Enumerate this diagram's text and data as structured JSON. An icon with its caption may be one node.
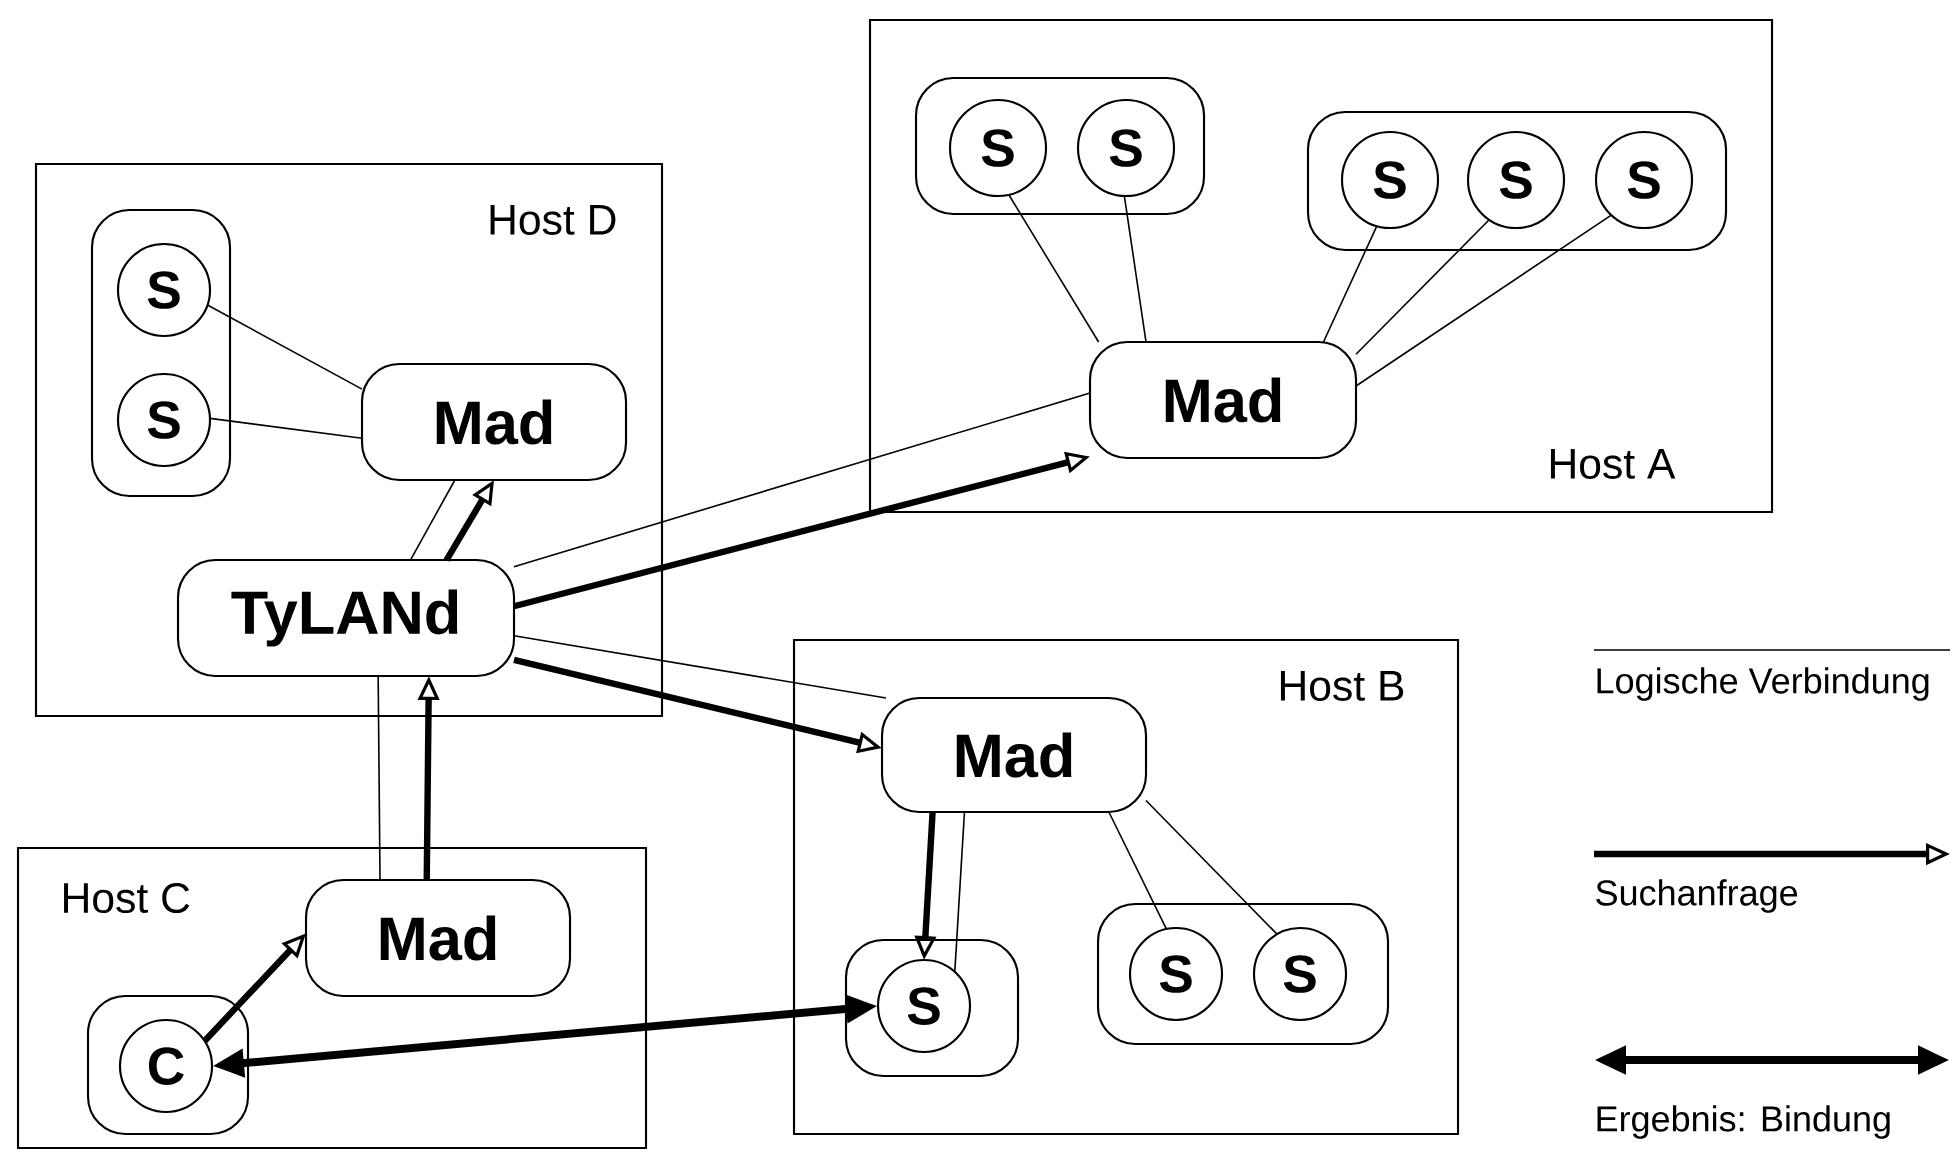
{
  "diagram": {
    "nodes": [
      {
        "text": [
          "Host A"
        ]
      },
      {
        "text": [],
        "shape": "box",
        "in": 0
      },
      {
        "text": [
          "S"
        ],
        "in": 1
      },
      {
        "text": [
          "S"
        ],
        "in": 1
      },
      {
        "text": [],
        "shape": "box",
        "in": 0
      },
      {
        "text": [
          "S"
        ],
        "in": 4
      },
      {
        "text": [
          "S"
        ],
        "in": 4
      },
      {
        "text": [
          "S"
        ],
        "in": 4
      },
      {
        "text": [
          "Mad"
        ],
        "in": 0
      },
      {
        "text": [
          "Host D"
        ]
      },
      {
        "text": [],
        "shape": "box",
        "in": 9
      },
      {
        "text": [
          "S"
        ],
        "in": 10
      },
      {
        "text": [
          "S"
        ],
        "in": 10
      },
      {
        "text": [
          "Mad"
        ],
        "in": 9
      },
      {
        "text": [
          "TyLANd"
        ],
        "in": 9
      },
      {
        "text": [
          "Host B"
        ]
      },
      {
        "text": [
          "Mad"
        ],
        "in": 15
      },
      {
        "text": [],
        "shape": "box",
        "in": 15
      },
      {
        "text": [
          "S"
        ],
        "in": 17
      },
      {
        "text": [],
        "shape": "box",
        "in": 15
      },
      {
        "text": [
          "S"
        ],
        "in": 19
      },
      {
        "text": [
          "S"
        ],
        "in": 19
      },
      {
        "text": [
          "Host C"
        ]
      },
      {
        "text": [
          "Mad"
        ],
        "in": 22
      },
      {
        "text": [],
        "shape": "box",
        "in": 22
      },
      {
        "text": [
          "C"
        ],
        "in": 24
      }
    ],
    "edges": [
      {
        "from": 2,
        "to": 8,
        "arrow": "none"
      },
      {
        "from": 3,
        "to": 8,
        "arrow": "none"
      },
      {
        "from": 5,
        "to": 8,
        "arrow": "none"
      },
      {
        "from": 6,
        "to": 8,
        "arrow": "none"
      },
      {
        "from": 7,
        "to": 8,
        "arrow": "none"
      },
      {
        "from": 11,
        "to": 13,
        "arrow": "none"
      },
      {
        "from": 12,
        "to": 13,
        "arrow": "none"
      },
      {
        "from": 14,
        "to": 13,
        "arrow": "none"
      },
      {
        "from": 14,
        "to": 13,
        "arrow": "to",
        "style": "thick"
      },
      {
        "from": 14,
        "to": 8,
        "arrow": "none"
      },
      {
        "from": 14,
        "to": 8,
        "arrow": "to",
        "style": "thick"
      },
      {
        "from": 14,
        "to": 16,
        "arrow": "none"
      },
      {
        "from": 14,
        "to": 16,
        "arrow": "to",
        "style": "thick"
      },
      {
        "from": 23,
        "to": 14,
        "arrow": "none"
      },
      {
        "from": 23,
        "to": 14,
        "arrow": "to",
        "style": "thick"
      },
      {
        "from": 16,
        "to": 18,
        "arrow": "to",
        "style": "thick"
      },
      {
        "from": 16,
        "to": 18,
        "arrow": "none"
      },
      {
        "from": 16,
        "to": 20,
        "arrow": "none"
      },
      {
        "from": 16,
        "to": 21,
        "arrow": "none"
      },
      {
        "from": 25,
        "to": 23,
        "arrow": "to",
        "style": "thick"
      },
      {
        "from": 25,
        "to": 18,
        "arrow": "both",
        "style": "thick"
      }
    ],
    "legend": [
      {
        "text": "Logische Verbindung"
      },
      {
        "text": "Suchanfrage"
      },
      {
        "text": "Ergebnis: Bindung"
      }
    ]
  }
}
